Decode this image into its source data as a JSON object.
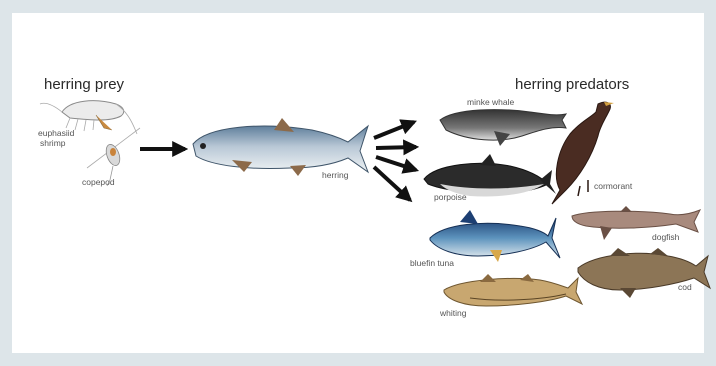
{
  "headings": {
    "prey": "herring prey",
    "predators": "herring predators"
  },
  "prey": {
    "shrimp": "euphasiid\nshrimp",
    "copepod": "copepod"
  },
  "center": {
    "herring": "herring"
  },
  "predators": {
    "minke_whale": "minke whale",
    "porpoise": "porpoise",
    "cormorant": "cormorant",
    "bluefin_tuna": "bluefin tuna",
    "dogfish": "dogfish",
    "cod": "cod",
    "whiting": "whiting"
  },
  "colors": {
    "frame": "#dde5e9",
    "panel": "#ffffff",
    "arrow": "#111111"
  }
}
